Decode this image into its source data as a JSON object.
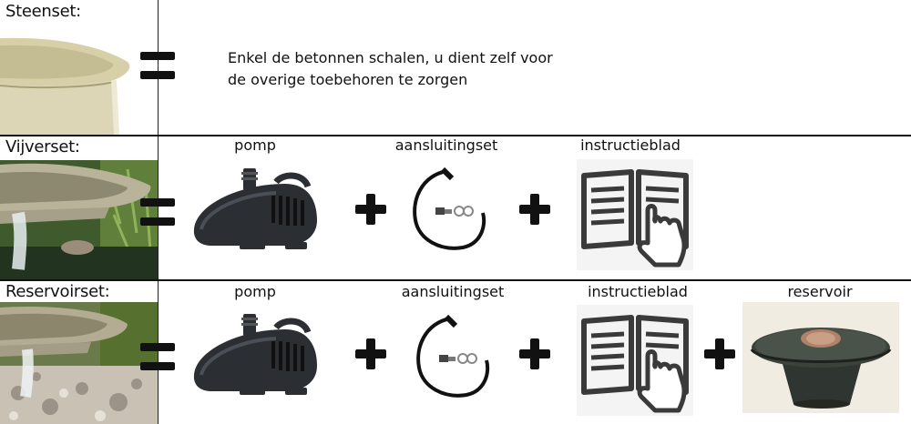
{
  "rows": {
    "steenset": {
      "label": "Steenset:",
      "description_line1": "Enkel de betonnen schalen, u dient zelf voor",
      "description_line2": "de overige toebehoren te zorgen"
    },
    "vijverset": {
      "label": "Vijverset:",
      "items": [
        "pomp",
        "aansluitingset",
        "instructieblad"
      ]
    },
    "reservoirset": {
      "label": "Reservoirset:",
      "items": [
        "pomp",
        "aansluitingset",
        "instructieblad",
        "reservoir"
      ]
    }
  },
  "colors": {
    "text": "#111111",
    "divider": "#111111",
    "stone": "#d6cfa8"
  },
  "icons": [
    "equals-sign-icon",
    "plus-sign-icon",
    "pump-icon",
    "hose-kit-icon",
    "instruction-book-icon",
    "reservoir-icon"
  ]
}
